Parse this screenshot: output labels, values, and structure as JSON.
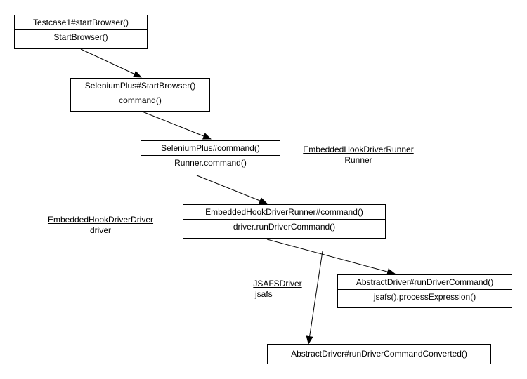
{
  "boxes": [
    {
      "id": "b1",
      "title": "Testcase1#startBrowser()",
      "body": "StartBrowser()"
    },
    {
      "id": "b2",
      "title": "SeleniumPlus#StartBrowser()",
      "body": "command()"
    },
    {
      "id": "b3",
      "title": "SeleniumPlus#command()",
      "body": "Runner.command()"
    },
    {
      "id": "b4",
      "title": "EmbeddedHookDriverRunner#command()",
      "body": "driver.runDriverCommand()"
    },
    {
      "id": "b5",
      "title": "AbstractDriver#runDriverCommand()",
      "body": "jsafs().processExpression()"
    },
    {
      "id": "b6",
      "title": "AbstractDriver#runDriverCommandConverted()"
    }
  ],
  "notes": [
    {
      "id": "n1",
      "cls": "EmbeddedHookDriverRunner",
      "name": "Runner"
    },
    {
      "id": "n2",
      "cls": "EmbeddedHookDriverDriver",
      "name": "driver"
    },
    {
      "id": "n3",
      "cls": "JSAFSDriver",
      "name": "jsafs"
    }
  ]
}
